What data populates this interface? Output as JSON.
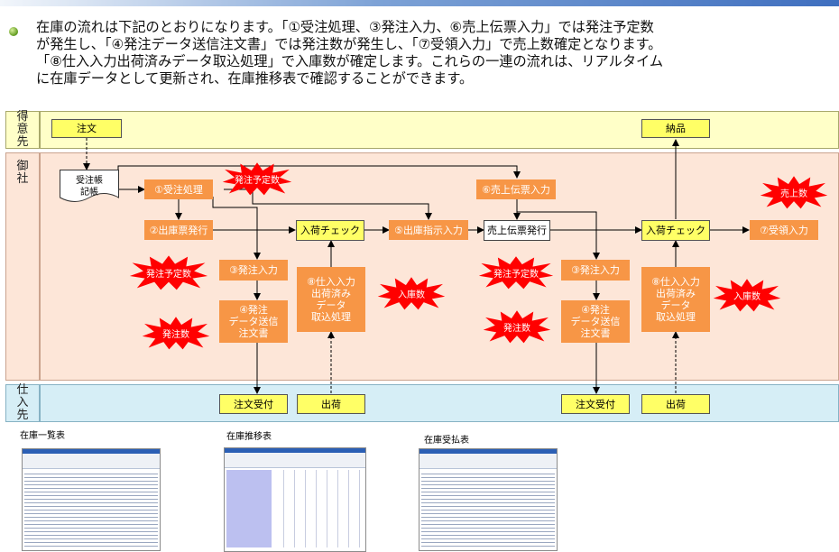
{
  "intro": {
    "lines": [
      "在庫の流れは下記のとおりになります。「①受注処理、③発注入力、⑥売上伝票入力」では発注予定数",
      "が発生し、「④発注データ送信注文書」では発注数が発生し、「⑦受領入力」で売上数確定となります。",
      "「⑧仕入入力出荷済みデータ取込処理」で入庫数が確定します。これらの一連の流れは、リアルタイム",
      "に在庫データとして更新され、在庫推移表で確認することができます。"
    ]
  },
  "lanes": {
    "customer": "得意先",
    "company": "御社",
    "supplier": "仕入先"
  },
  "nodes": {
    "order": "注文",
    "delivery": "納品",
    "order_doc": "受注帳\n記帳",
    "order_entry": "①受注処理",
    "shipping_slip": "②出庫票発行",
    "inspect1": "入荷チェック",
    "ship_instruction": "⑤出庫指示入力",
    "sales_slip_entry": "⑥売上伝票入力",
    "sales_slip_issue": "売上伝票発行",
    "inspect2": "入荷チェック",
    "receipt_entry": "⑦受領入力",
    "po_entry1": "③発注入力",
    "po_send1": "④発注\nデータ送信\n注文書",
    "purchase_import1": "⑧仕入入力\n出荷済み\nデータ\n取込処理",
    "po_entry2": "③発注入力",
    "po_send2": "④発注\nデータ送信\n注文書",
    "purchase_import2": "⑧仕入入力\n出荷済み\nデータ\n取込処理",
    "order_received1": "注文受付",
    "shipment1": "出荷",
    "order_received2": "注文受付",
    "shipment2": "出荷"
  },
  "bursts": {
    "b1": "発注予定数",
    "b2": "発注予定数",
    "b3": "発注数",
    "b4": "入庫数",
    "b5": "発注予定数",
    "b6": "発注数",
    "b7": "売上数",
    "b8": "入庫数"
  },
  "thumbnails": {
    "stock_list": "在庫一覧表",
    "stock_transition": "在庫推移表",
    "stock_inout": "在庫受払表"
  },
  "colors": {
    "process": "#f79646",
    "partner_box": "#ffff66",
    "burst": "#ff0000",
    "customer_lane": "#ffffc8",
    "company_lane": "#fde6d8",
    "supplier_lane": "#d6eef6"
  }
}
